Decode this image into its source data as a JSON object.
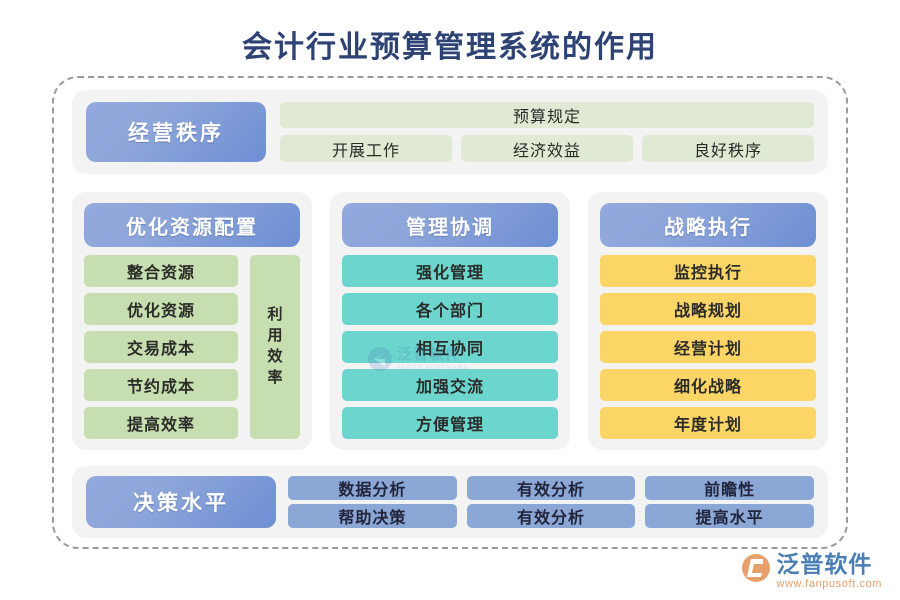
{
  "title": "会计行业预算管理系统的作用",
  "colors": {
    "title": "#2d4374",
    "header_blue_from": "#94a9dc",
    "header_blue_to": "#6e8fd4",
    "green": "#c7dfb0",
    "pale_green": "#dfe9d3",
    "teal": "#6cd5ce",
    "yellow": "#fbd566",
    "blue_item": "#8ba7d6",
    "panel": "#f3f3f4",
    "frame_border": "#9a9a9a"
  },
  "sections": {
    "order": {
      "header": "经营秩序",
      "wide_item": "预算规定",
      "items": [
        "开展工作",
        "经济效益",
        "良好秩序"
      ]
    },
    "columns": [
      {
        "header": "优化资源配置",
        "items": [
          "整合资源",
          "优化资源",
          "交易成本",
          "节约成本",
          "提高效率"
        ],
        "side_label": "利用效率",
        "side_chars": [
          "利",
          "用",
          "效",
          "率"
        ]
      },
      {
        "header": "管理协调",
        "items": [
          "强化管理",
          "各个部门",
          "相互协同",
          "加强交流",
          "方便管理"
        ],
        "side_label": null,
        "side_chars": []
      },
      {
        "header": "战略执行",
        "items": [
          "监控执行",
          "战略规划",
          "经营计划",
          "细化战略",
          "年度计划"
        ],
        "side_label": null,
        "side_chars": []
      }
    ],
    "decision": {
      "header": "决策水平",
      "items": [
        "数据分析",
        "有效分析",
        "前瞻性",
        "帮助决策",
        "有效分析",
        "提高水平"
      ]
    }
  },
  "watermark": {
    "cn": "泛普软件",
    "en": "FANPU SOFTWARE"
  },
  "brand": {
    "cn": "泛普软件",
    "url": "www.fanpusoft.com"
  }
}
